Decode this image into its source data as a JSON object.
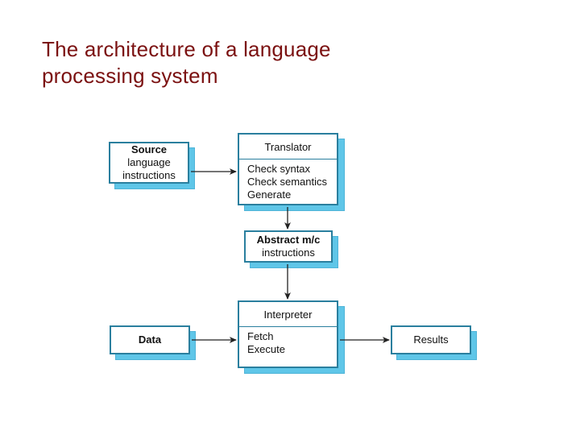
{
  "slide": {
    "title": "The architecture of a language\nprocessing system",
    "title_color": "#7b1111",
    "background": "#ffffff"
  },
  "theme": {
    "box_border": "#2a7f9e",
    "box_fill": "#ffffff",
    "box_shadow": "#5fc6e8",
    "arrow_color": "#222222",
    "text_color": "#111111"
  },
  "diagram": {
    "type": "flowchart",
    "name": "language-processing-system-architecture",
    "nodes": [
      {
        "id": "source",
        "style": "plain",
        "lines": [
          {
            "text": "Source",
            "weight": "bold"
          },
          {
            "text": "language",
            "weight": "normal"
          },
          {
            "text": "instructions",
            "weight": "normal"
          }
        ]
      },
      {
        "id": "translator",
        "style": "header",
        "header": "Translator",
        "body": [
          "Check syntax",
          "Check semantics",
          "Generate"
        ]
      },
      {
        "id": "abstract",
        "style": "plain",
        "lines": [
          {
            "text": "Abstract m/c",
            "weight": "bold"
          },
          {
            "text": "instructions",
            "weight": "normal"
          }
        ]
      },
      {
        "id": "data",
        "style": "plain",
        "lines": [
          {
            "text": "Data",
            "weight": "bold"
          }
        ]
      },
      {
        "id": "interpreter",
        "style": "header",
        "header": "Interpreter",
        "body": [
          "Fetch",
          "Execute"
        ]
      },
      {
        "id": "results",
        "style": "plain",
        "lines": [
          {
            "text": "Results",
            "weight": "normal"
          }
        ]
      }
    ],
    "edges": [
      {
        "from": "source",
        "to": "translator",
        "direction": "right"
      },
      {
        "from": "translator",
        "to": "abstract",
        "direction": "down"
      },
      {
        "from": "abstract",
        "to": "interpreter",
        "direction": "down"
      },
      {
        "from": "data",
        "to": "interpreter",
        "direction": "right"
      },
      {
        "from": "interpreter",
        "to": "results",
        "direction": "right"
      }
    ]
  },
  "labels": {
    "source_l1": "Source",
    "source_l2": "language",
    "source_l3": "instructions",
    "translator_header": "Translator",
    "translator_b1": "Check syntax",
    "translator_b2": "Check semantics",
    "translator_b3": "Generate",
    "abstract_l1": "Abstract m/c",
    "abstract_l2": "instructions",
    "data_l1": "Data",
    "interpreter_header": "Interpreter",
    "interpreter_b1": "Fetch",
    "interpreter_b2": "Execute",
    "results_l1": "Results"
  }
}
